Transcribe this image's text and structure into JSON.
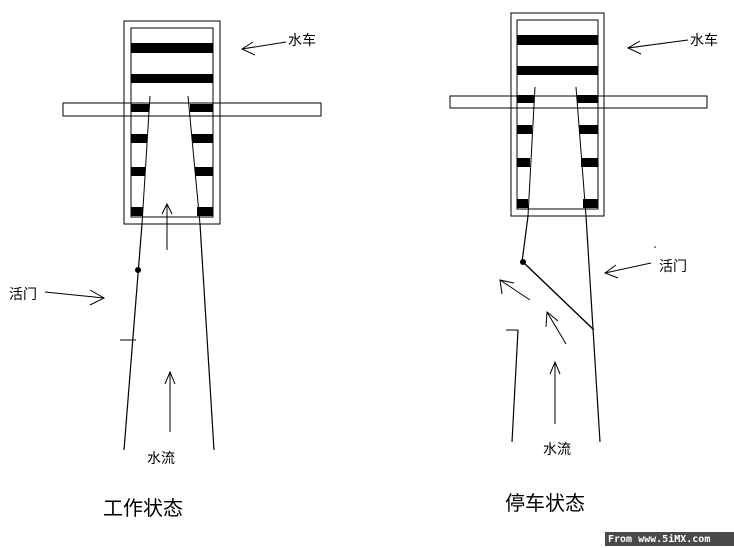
{
  "left_panel": {
    "wheel_label": "水车",
    "valve_label": "活门",
    "flow_label": "水流",
    "state_title": "工作状态"
  },
  "right_panel": {
    "wheel_label": "水车",
    "valve_label": "活门",
    "flow_label": "水流",
    "state_title": "停车状态"
  },
  "watermark": "From www.5iMX.com",
  "colors": {
    "ink": "#000000",
    "paper": "#ffffff",
    "watermark_bg": "#4a4a4a"
  }
}
